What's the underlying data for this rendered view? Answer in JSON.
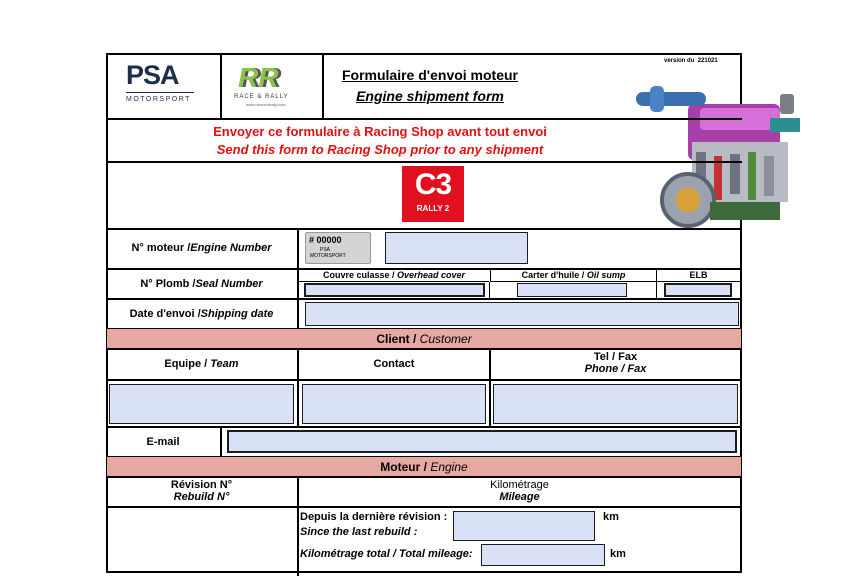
{
  "header": {
    "version_label": "version du",
    "version_value": "221021",
    "title_fr": "Formulaire d'envoi moteur",
    "title_en": "Engine shipment form",
    "psa_logo_text": "PSA",
    "psa_logo_sub": "MOTORSPORT",
    "rr_logo_text": "RR",
    "rr_logo_sub": "RACE & RALLY",
    "rr_logo_url": "www.raceandrally.com"
  },
  "notice": {
    "fr": "Envoyer ce formulaire à Racing Shop avant tout envoi",
    "en": "Send this form to Racing Shop prior to any shipment"
  },
  "badge": {
    "big": "C3",
    "small": "RALLY 2"
  },
  "engine_number": {
    "label_fr": "N° moteur / ",
    "label_en": "Engine Number",
    "plate_number": "# 00000",
    "plate_sub1": "PSA",
    "plate_sub2": "MOTORSPORT"
  },
  "seal_number": {
    "label_fr": "N° Plomb / ",
    "label_en": "Seal Number",
    "col1_fr": "Couvre culasse / ",
    "col1_en": "Overhead cover",
    "col2_fr": "Carter d'huile / ",
    "col2_en": "Oil sump",
    "col3": "ELB"
  },
  "shipping_date": {
    "label_fr": "Date d'envoi / ",
    "label_en": "Shipping date"
  },
  "client": {
    "band_fr": "Client / ",
    "band_en": "Customer",
    "team_fr": "Equipe  /  ",
    "team_en": "Team",
    "contact": "Contact",
    "tel_fr": "Tel / Fax",
    "tel_en": "Phone / Fax",
    "email": "E-mail"
  },
  "engine": {
    "band_fr": "Moteur / ",
    "band_en": "Engine",
    "rebuild_fr": "Révision N°",
    "rebuild_en": "Rebuild N°",
    "mileage_fr": "Kilométrage",
    "mileage_en": "Mileage",
    "since_fr": "Depuis la dernière révision :",
    "since_en": "Since the last rebuild :",
    "total": "Kilométrage total / Total mileage:",
    "unit": "km"
  },
  "colors": {
    "band": "#e6a8a1",
    "field": "#d9e1f7",
    "red_text": "#e01010",
    "badge_red": "#e0101e"
  }
}
